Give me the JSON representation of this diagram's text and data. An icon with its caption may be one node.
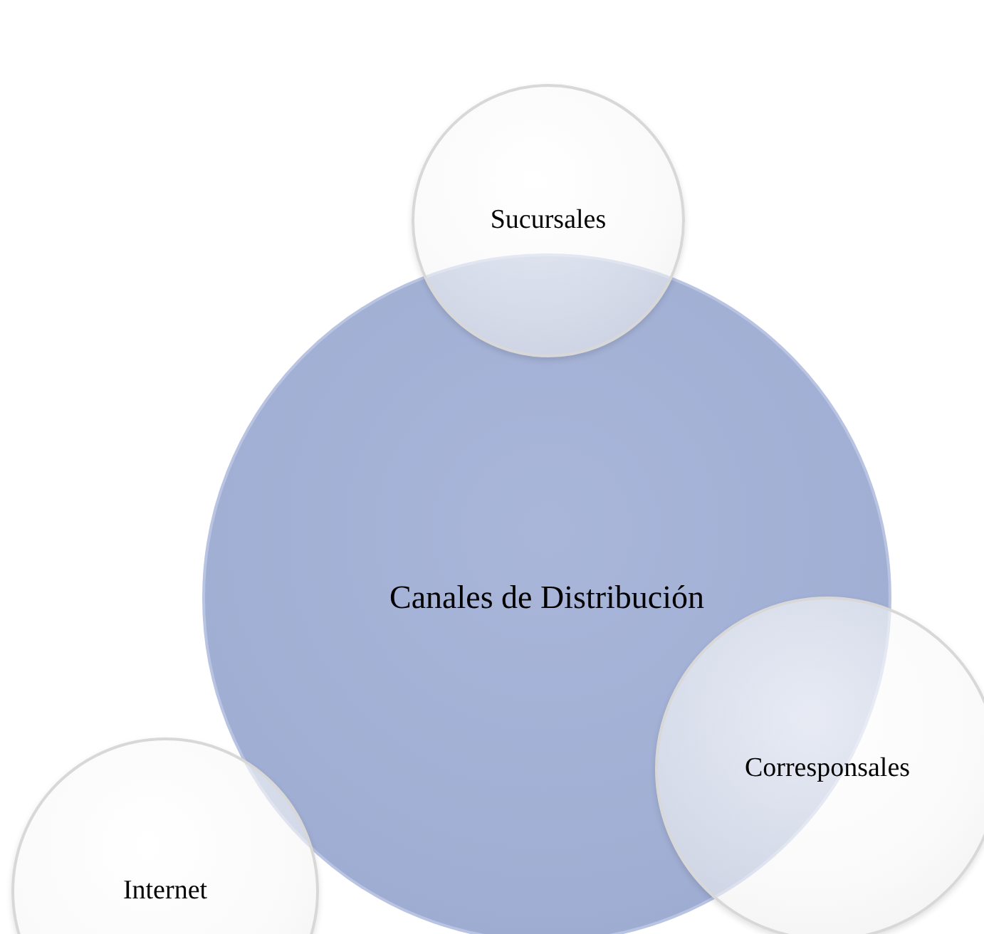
{
  "diagram": {
    "nodes": [
      {
        "text": [
          "Sucursales"
        ]
      },
      {
        "text": [
          "Canales de Distribución"
        ]
      },
      {
        "text": [
          "Internet"
        ]
      },
      {
        "text": [
          "Corresponsales"
        ]
      }
    ]
  }
}
